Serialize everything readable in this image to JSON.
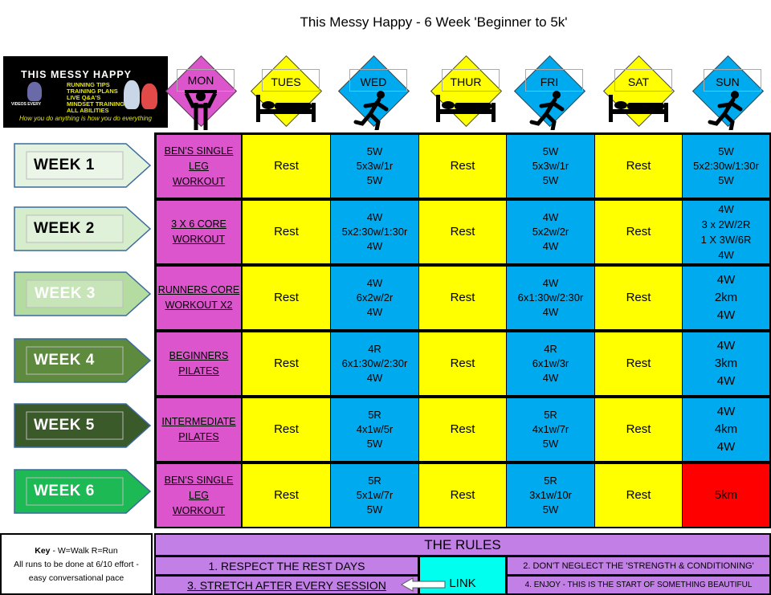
{
  "title": "This Messy Happy - 6 Week 'Beginner to 5k'",
  "logo": {
    "name": "THIS MESSY HAPPY",
    "tips": [
      "RUNNING TIPS",
      "TRAINING PLANS",
      "LIVE Q&A'S",
      "MINDSET TRAINING",
      "ALL ABILITIES"
    ],
    "videos": "VIDEOS EVERY",
    "tagline": "How you do anything is how you do everything"
  },
  "days": [
    "MON",
    "TUES",
    "WED",
    "THUR",
    "FRI",
    "SAT",
    "SUN"
  ],
  "day_icons": [
    "strength-icon",
    "bed-icon",
    "runner-icon",
    "bed-icon",
    "runner-icon",
    "bed-icon",
    "runner-icon"
  ],
  "colors": {
    "strength": "#dd55cc",
    "rest": "#ffff00",
    "run": "#00aaee",
    "race": "#ff0000",
    "rules": "#c27fe6",
    "link": "#00ffee"
  },
  "weeks": [
    {
      "label": "WEEK 1",
      "cells": [
        [
          "BEN'S SINGLE LEG",
          "WORKOUT"
        ],
        [
          "Rest"
        ],
        [
          "5W",
          "5x3w/1r",
          "5W"
        ],
        [
          "Rest"
        ],
        [
          "5W",
          "5x3w/1r",
          "5W"
        ],
        [
          "Rest"
        ],
        [
          "5W",
          "5x2:30w/1:30r",
          "5W"
        ]
      ]
    },
    {
      "label": "WEEK 2",
      "cells": [
        [
          "3 X 6 CORE",
          "WORKOUT"
        ],
        [
          "Rest"
        ],
        [
          "4W",
          "5x2:30w/1:30r",
          "4W"
        ],
        [
          "Rest"
        ],
        [
          "4W",
          "5x2w/2r",
          "4W"
        ],
        [
          "Rest"
        ],
        [
          "4W",
          "3 x 2W/2R",
          "1 X 3W/6R",
          "4W"
        ]
      ]
    },
    {
      "label": "WEEK 3",
      "cells": [
        [
          "RUNNERS CORE",
          "WORKOUT X2"
        ],
        [
          "Rest"
        ],
        [
          "4W",
          "6x2w/2r",
          "4W"
        ],
        [
          "Rest"
        ],
        [
          "4W",
          "6x1:30w/2:30r",
          "4W"
        ],
        [
          "Rest"
        ],
        [
          "4W",
          "2km",
          "4W"
        ]
      ]
    },
    {
      "label": "WEEK 4",
      "cells": [
        [
          "BEGINNERS",
          "PILATES"
        ],
        [
          "Rest"
        ],
        [
          "4R",
          "6x1:30w/2:30r",
          "4W"
        ],
        [
          "Rest"
        ],
        [
          "4R",
          "6x1w/3r",
          "4W"
        ],
        [
          "Rest"
        ],
        [
          "4W",
          "3km",
          "4W"
        ]
      ]
    },
    {
      "label": "WEEK 5",
      "cells": [
        [
          "INTERMEDIATE",
          "PILATES"
        ],
        [
          "Rest"
        ],
        [
          "5R",
          "4x1w/5r",
          "5W"
        ],
        [
          "Rest"
        ],
        [
          "5R",
          "4x1w/7r",
          "5W"
        ],
        [
          "Rest"
        ],
        [
          "4W",
          "4km",
          "4W"
        ]
      ]
    },
    {
      "label": "WEEK 6",
      "cells": [
        [
          "BEN'S SINGLE LEG",
          "WORKOUT"
        ],
        [
          "Rest"
        ],
        [
          "5R",
          "5x1w/7r",
          "5W"
        ],
        [
          "Rest"
        ],
        [
          "5R",
          "3x1w/10r",
          "5W"
        ],
        [
          "Rest"
        ],
        [
          "5km"
        ]
      ]
    }
  ],
  "week_colors": [
    "#e4f2e0",
    "#d6edcc",
    "#b5dca0",
    "#5d8a3c",
    "#3a5a2a",
    "#1db954"
  ],
  "key": {
    "title": "Key",
    "text1": "- W=Walk R=Run",
    "text2": "All runs to be done at 6/10 effort -",
    "text3": "easy conversational pace"
  },
  "rules": {
    "header": "THE RULES",
    "r1": "1. RESPECT THE REST DAYS",
    "r2": "2. DON'T NEGLECT THE 'STRENGTH & CONDITIONING'",
    "r3": "3. STRETCH AFTER EVERY SESSION",
    "r4": "4. ENJOY - THIS IS THE START OF SOMETHING BEAUTIFUL",
    "link": "LINK"
  }
}
